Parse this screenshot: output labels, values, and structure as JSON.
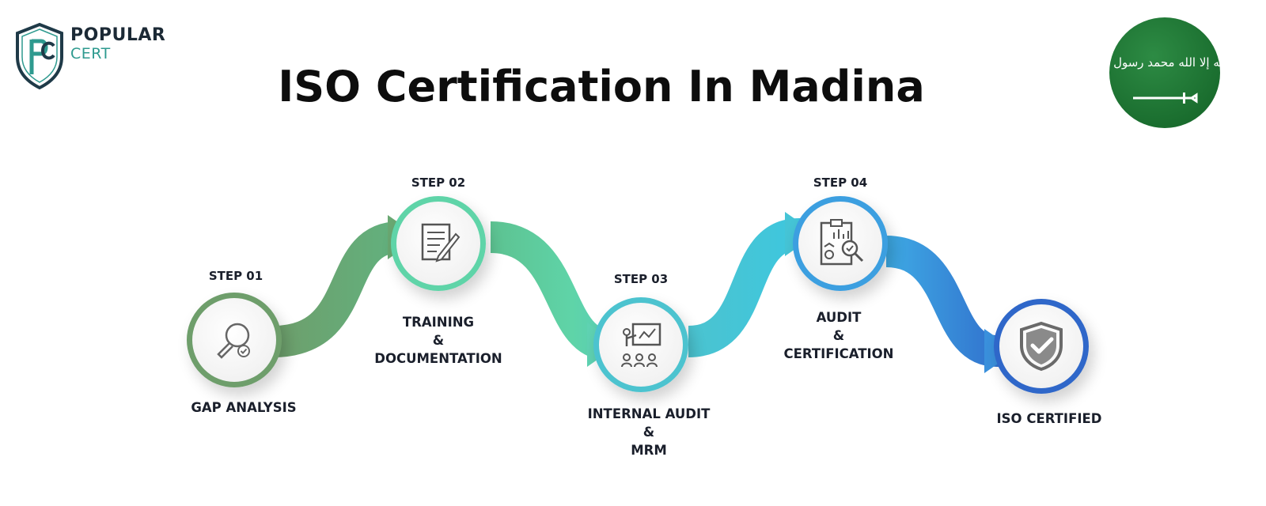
{
  "header": {
    "title": "ISO Certification In Madina",
    "logo": {
      "line1": "POPULAR",
      "line2": "CERT",
      "monogram": "PC"
    },
    "flag": {
      "script": "لا إله إلا الله محمد رسول الله"
    }
  },
  "colors": {
    "step1": "#6e9e6b",
    "step2": "#5fd4a8",
    "step3": "#4cc3cf",
    "step4": "#3c9fe0",
    "step5": "#2f67c9",
    "flag": "#1f7a35"
  },
  "steps": [
    {
      "label": "STEP 01",
      "name": [
        "GAP ANALYSIS"
      ],
      "icon": "magnifier-check-icon"
    },
    {
      "label": "STEP 02",
      "name": [
        "TRAINING",
        "&",
        "DOCUMENTATION"
      ],
      "icon": "document-pen-icon"
    },
    {
      "label": "STEP 03",
      "name": [
        "INTERNAL AUDIT",
        "&",
        "MRM"
      ],
      "icon": "presentation-icon"
    },
    {
      "label": "STEP 04",
      "name": [
        "AUDIT",
        "&",
        "CERTIFICATION"
      ],
      "icon": "report-analysis-icon"
    },
    {
      "label": "",
      "name": [
        "ISO CERTIFIED"
      ],
      "icon": "shield-check-icon"
    }
  ]
}
